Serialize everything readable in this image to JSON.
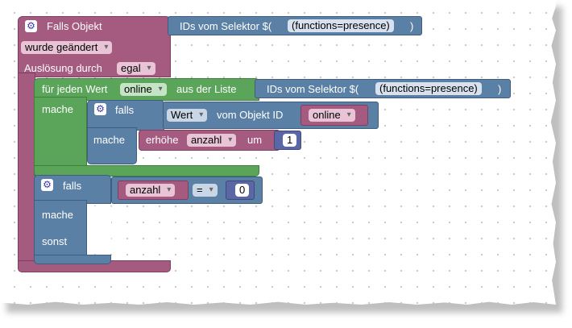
{
  "event_block": {
    "title": "Falls Objekt",
    "trigger_dropdown": "wurde geändert",
    "ausloesung_label": "Auslösung durch",
    "ausloesung_value": "egal"
  },
  "selector_1": {
    "prefix": "IDs vom Selektor $(",
    "value": "(functions=presence)",
    "suffix": ")"
  },
  "loop_block": {
    "prefix": "für jeden Wert",
    "var_dropdown": "online",
    "middle": "aus der Liste",
    "do_label": "mache"
  },
  "selector_2": {
    "prefix": "IDs vom Selektor $(",
    "value": "(functions=presence)",
    "suffix": ")"
  },
  "if_block_1": {
    "if_label": "falls",
    "do_label": "mache"
  },
  "get_value": {
    "attr_dropdown": "Wert",
    "label": "vom Objekt ID"
  },
  "online_var": "online",
  "increment": {
    "prefix": "erhöhe",
    "var_dropdown": "anzahl",
    "middle": "um",
    "amount": "1"
  },
  "if_block_2": {
    "if_label": "falls",
    "do_label": "mache",
    "else_label": "sonst"
  },
  "compare": {
    "var_dropdown": "anzahl",
    "op_dropdown": "=",
    "value": "0"
  },
  "colors": {
    "event": "#a55b80",
    "loop": "#5ba55b",
    "control": "#5b80a5"
  },
  "icons": [
    "gear-icon",
    "dropdown-arrow-icon"
  ]
}
